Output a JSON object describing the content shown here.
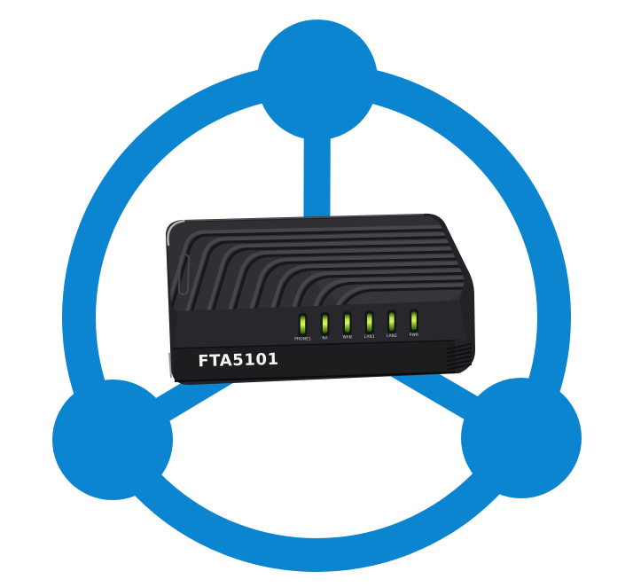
{
  "graphic": {
    "type": "product-hero",
    "description": "Black FTA5101 analog telephone adapter centered inside a blue three-node network ring icon",
    "node_count": 3
  },
  "device": {
    "model": "FTA5101",
    "leds": [
      {
        "label": "PHONE1",
        "state": "on"
      },
      {
        "label": "NA",
        "state": "on"
      },
      {
        "label": "WAN",
        "state": "on"
      },
      {
        "label": "LAN1",
        "state": "on"
      },
      {
        "label": "LAN2",
        "state": "on"
      },
      {
        "label": "PWR",
        "state": "on"
      }
    ]
  },
  "colors": {
    "accent_blue": "#0c85d0",
    "led_green_bright": "#d6f470",
    "led_green_dark": "#3f6a10",
    "device_body": "#232327",
    "device_top": "#2f2f34",
    "device_front": "#1d1d20",
    "label_text": "#d8d8da",
    "model_text": "#f5f5f7",
    "background": "#ffffff"
  }
}
